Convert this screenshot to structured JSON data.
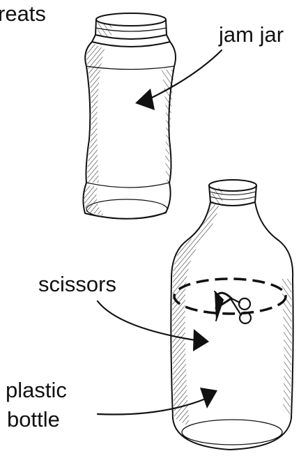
{
  "labels": {
    "top_fragment": "reats",
    "jam_jar": "jam jar",
    "scissors": "scissors",
    "plastic_line1": "plastic",
    "plastic_line2": "bottle"
  },
  "colors": {
    "ink": "#111111",
    "background": "#ffffff"
  },
  "icons": [
    "arrow-icon",
    "scissors-icon"
  ]
}
